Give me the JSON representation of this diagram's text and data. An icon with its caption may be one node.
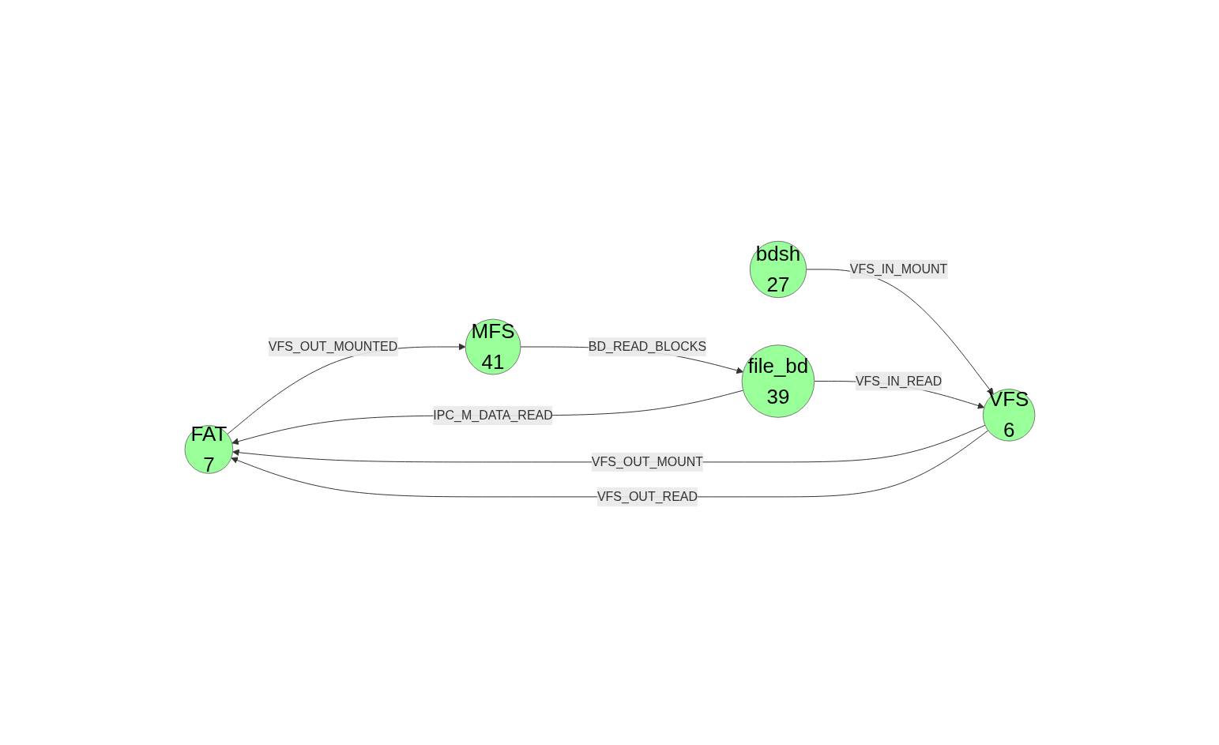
{
  "diagram": {
    "nodes": [
      {
        "text": [
          "FAT",
          "7"
        ]
      },
      {
        "text": [
          "VFS",
          "6"
        ]
      },
      {
        "text": [
          "bdsh",
          "27"
        ]
      },
      {
        "text": [
          "file_bd",
          "39"
        ]
      },
      {
        "text": [
          "MFS",
          "41"
        ]
      }
    ],
    "edges": [
      {
        "from": 2,
        "to": 1,
        "arrow": "to",
        "label": "VFS_IN_MOUNT"
      },
      {
        "from": 1,
        "to": 0,
        "arrow": "to",
        "label": "VFS_OUT_MOUNT"
      },
      {
        "from": 1,
        "to": 0,
        "arrow": "to",
        "label": "VFS_OUT_READ"
      },
      {
        "from": 3,
        "to": 1,
        "arrow": "to",
        "label": "VFS_IN_READ"
      },
      {
        "from": 3,
        "to": 0,
        "arrow": "to",
        "label": "IPC_M_DATA_READ"
      },
      {
        "from": 0,
        "to": 4,
        "arrow": "to",
        "label": "VFS_OUT_MOUNTED"
      },
      {
        "from": 4,
        "to": 3,
        "arrow": "to",
        "label": "BD_READ_BLOCKS"
      }
    ]
  }
}
